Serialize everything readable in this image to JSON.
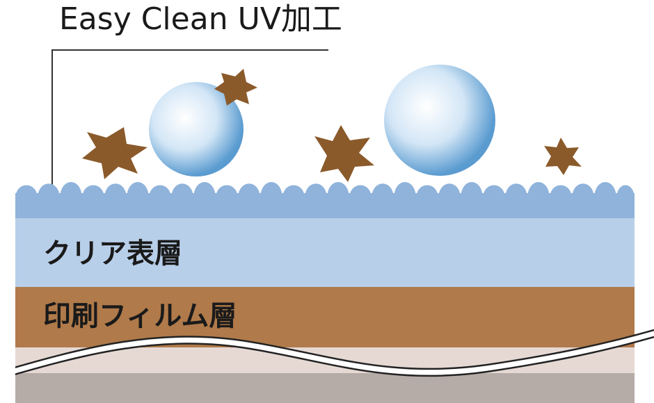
{
  "title": "Easy Clean UV加工",
  "layers": [
    {
      "id": "uv-coating",
      "label": "",
      "color": "#8fb3db"
    },
    {
      "id": "clear-surface",
      "label": "クリア表層",
      "color": "#b8cfe9"
    },
    {
      "id": "print-film",
      "label": "印刷フィルム層",
      "color": "#b07a4a"
    },
    {
      "id": "substrate-light",
      "label": "",
      "color": "#e6d9d4"
    },
    {
      "id": "substrate",
      "label": "",
      "color": "#b6aca7"
    }
  ],
  "colors": {
    "dirt": "#8b5a2b",
    "droplet_light": "#ffffff",
    "droplet_mid": "#bcd8f0",
    "droplet_edge": "#5a9bd0",
    "leader_line": "#333333"
  },
  "elements": {
    "droplets": 2,
    "dirt_particles": 4
  }
}
